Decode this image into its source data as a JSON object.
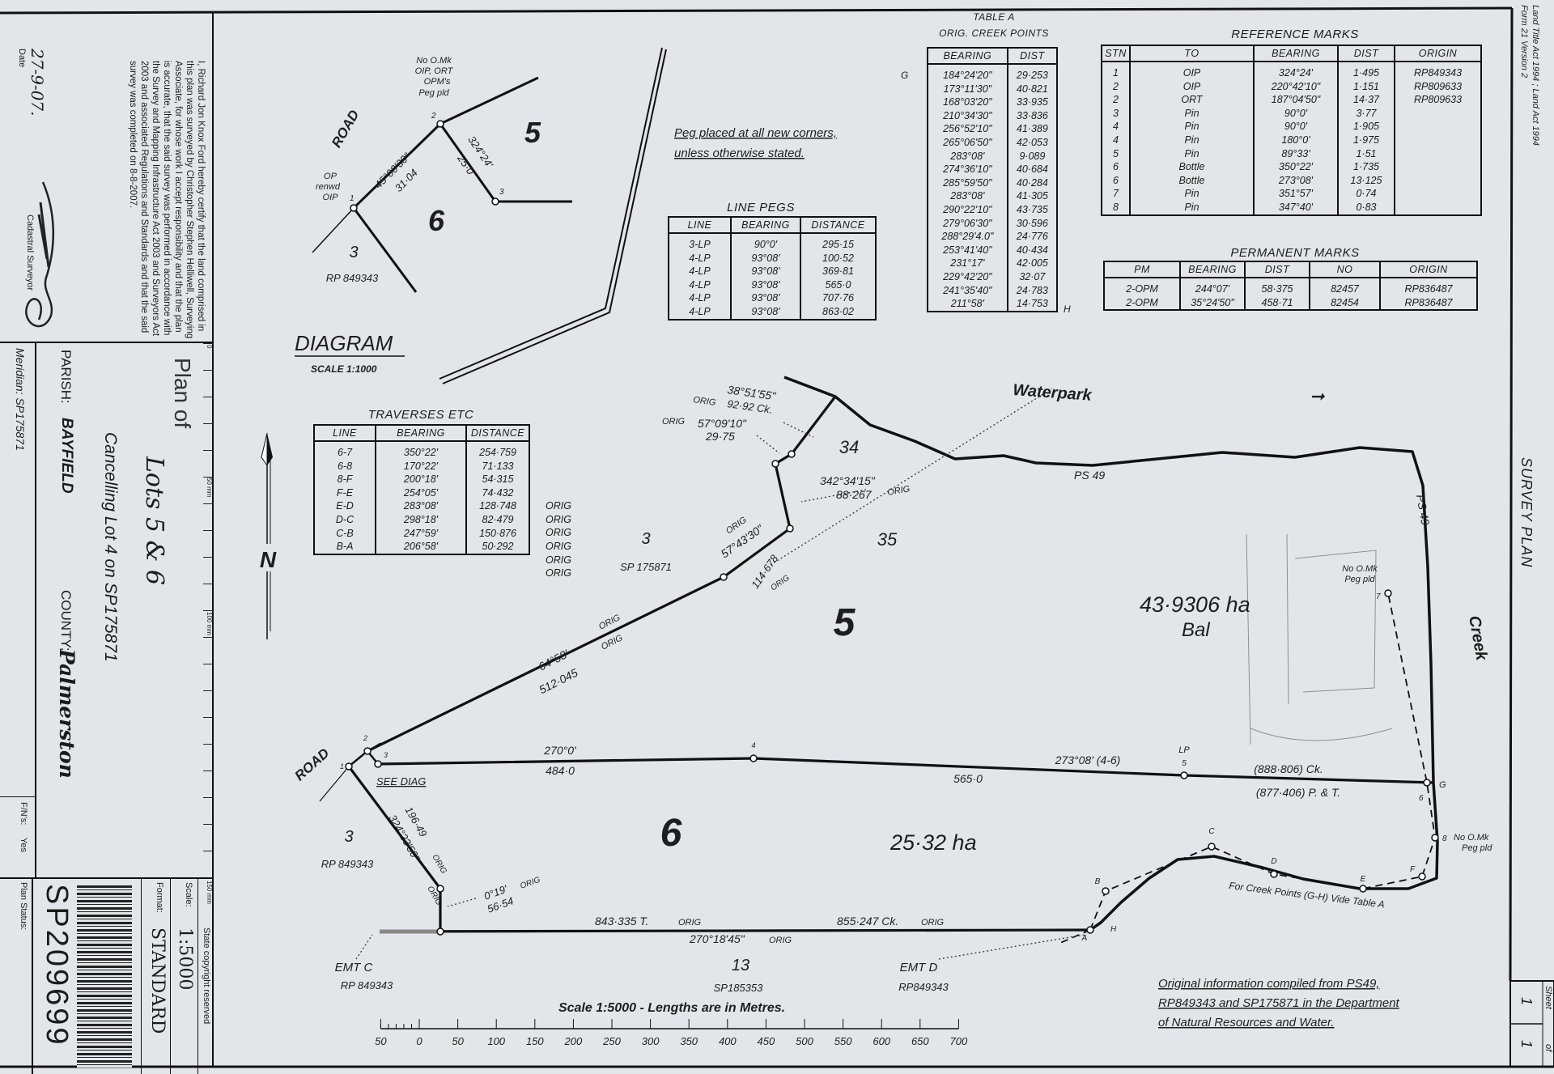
{
  "header": {
    "acts": "Land Title Act 1994 ; Land Act 1994",
    "form": "Form 21 Version 2",
    "plan_type": "SURVEY PLAN"
  },
  "certification": {
    "text": "I, Richard Jon Knox Ford hereby certify that the land comprised in this plan was surveyed by Christopher Stephen Helliwell, Surveying Associate, for whose work I accept responsibility and that the plan is accurate, that the said survey was performed in accordance with the Survey and Mapping Infrastructure Act 2003 and Surveyors Act 2003 and associated Regulations and Standards and that the said survey was completed on 8-8-2007.",
    "date_value": "27-9-07.",
    "date_label": "Date",
    "signer_label": "Cadastral Surveyor"
  },
  "title_block": {
    "plan_of": "Plan of",
    "lots": "Lots 5 & 6",
    "cancelling": "Cancelling Lot 4 on SP175871",
    "parish_label": "PARISH:",
    "parish": "BAYFIELD",
    "county_label": "COUNTY:",
    "county": "Palmerston",
    "meridian": "Meridian: SP175871",
    "fns_label": "F/N's:",
    "fns": "Yes",
    "ruler": [
      "0",
      "50 mm",
      "100 mm",
      "150 mm"
    ],
    "copyright": "State copyright reserved",
    "scale_label": "Scale:",
    "scale": "1:5000",
    "format_label": "Format:",
    "format": "STANDARD",
    "plan_number": "SP209699",
    "plan_status_label": "Plan Status:"
  },
  "sheet": {
    "label": "Sheet",
    "of_label": "of",
    "number": "1",
    "total": "1"
  },
  "table_a": {
    "title": "TABLE A",
    "subtitle": "ORIG. CREEK POINTS",
    "start": "G",
    "end": "H",
    "headers": [
      "BEARING",
      "DIST"
    ],
    "rows": [
      [
        "184°24'20\"",
        "29·253"
      ],
      [
        "173°11'30\"",
        "40·821"
      ],
      [
        "168°03'20\"",
        "33·935"
      ],
      [
        "210°34'30\"",
        "33·836"
      ],
      [
        "256°52'10\"",
        "41·389"
      ],
      [
        "265°06'50\"",
        "42·053"
      ],
      [
        "283°08'",
        "9·089"
      ],
      [
        "274°36'10\"",
        "40·684"
      ],
      [
        "285°59'50\"",
        "40·284"
      ],
      [
        "283°08'",
        "41·305"
      ],
      [
        "290°22'10\"",
        "43·735"
      ],
      [
        "279°06'30\"",
        "30·596"
      ],
      [
        "288°29'4.0\"",
        "24·776"
      ],
      [
        "253°41'40\"",
        "40·434"
      ],
      [
        "231°17'",
        "42·005"
      ],
      [
        "229°42'20\"",
        "32·07"
      ],
      [
        "241°35'40\"",
        "24·783"
      ],
      [
        "211°58'",
        "14·753"
      ]
    ]
  },
  "reference_marks": {
    "title": "REFERENCE MARKS",
    "headers": [
      "STN",
      "TO",
      "BEARING",
      "DIST",
      "ORIGIN"
    ],
    "rows": [
      [
        "1",
        "OIP",
        "324°24'",
        "1·495",
        "RP849343"
      ],
      [
        "2",
        "OIP",
        "220°42'10\"",
        "1·151",
        "RP809633"
      ],
      [
        "2",
        "ORT",
        "187°04'50\"",
        "14·37",
        "RP809633"
      ],
      [
        "3",
        "Pin",
        "90°0'",
        "3·77",
        ""
      ],
      [
        "4",
        "Pin",
        "90°0'",
        "1·905",
        ""
      ],
      [
        "4",
        "Pin",
        "180°0'",
        "1·975",
        ""
      ],
      [
        "5",
        "Pin",
        "89°33'",
        "1·51",
        ""
      ],
      [
        "6",
        "Bottle",
        "350°22'",
        "1·735",
        ""
      ],
      [
        "6",
        "Bottle",
        "273°08'",
        "13·125",
        ""
      ],
      [
        "7",
        "Pin",
        "351°57'",
        "0·74",
        ""
      ],
      [
        "8",
        "Pin",
        "347°40'",
        "0·83",
        ""
      ]
    ]
  },
  "permanent_marks": {
    "title": "PERMANENT MARKS",
    "headers": [
      "PM",
      "BEARING",
      "DIST",
      "NO",
      "ORIGIN"
    ],
    "rows": [
      [
        "2-OPM",
        "244°07'",
        "58·375",
        "82457",
        "RP836487"
      ],
      [
        "2-OPM",
        "35°24'50\"",
        "458·71",
        "82454",
        "RP836487"
      ]
    ]
  },
  "line_pegs": {
    "title": "LINE PEGS",
    "headers": [
      "LINE",
      "BEARING",
      "DISTANCE"
    ],
    "rows": [
      [
        "3-LP",
        "90°0'",
        "295·15"
      ],
      [
        "4-LP",
        "93°08'",
        "100·52"
      ],
      [
        "4-LP",
        "93°08'",
        "369·81"
      ],
      [
        "4-LP",
        "93°08'",
        "565·0"
      ],
      [
        "4-LP",
        "93°08'",
        "707·76"
      ],
      [
        "4-LP",
        "93°08'",
        "863·02"
      ]
    ]
  },
  "traverses": {
    "title": "TRAVERSES ETC",
    "headers": [
      "LINE",
      "BEARING",
      "DISTANCE"
    ],
    "rows": [
      [
        "6-7",
        "350°22'",
        "254·759",
        ""
      ],
      [
        "6-8",
        "170°22'",
        "71·133",
        ""
      ],
      [
        "8-F",
        "200°18'",
        "54·315",
        "ORIG"
      ],
      [
        "F-E",
        "254°05'",
        "74·432",
        "ORIG"
      ],
      [
        "E-D",
        "283°08'",
        "128·748",
        "ORIG"
      ],
      [
        "D-C",
        "298°18'",
        "82·479",
        "ORIG"
      ],
      [
        "C-B",
        "247°59'",
        "150·876",
        "ORIG"
      ],
      [
        "B-A",
        "206°58'",
        "50·292",
        "ORIG"
      ]
    ]
  },
  "notes": {
    "peg_line1": "Peg placed at all new corners,",
    "peg_line2": "unless otherwise stated.",
    "original_info": [
      "Original information compiled from PS49,",
      "RP849343 and SP175871 in the Department",
      "of Natural Resources and Water."
    ],
    "creek_points": "For Creek Points (G-H) Vide Table A"
  },
  "diagram": {
    "title": "DIAGRAM",
    "scale": "SCALE 1:1000",
    "road": "ROAD",
    "mark2": [
      "No O.Mk",
      "OIP, ORT",
      "OPM's",
      "Peg pld"
    ],
    "mark1": [
      "OP",
      "renwd",
      "OIP"
    ],
    "stations": [
      "1",
      "2",
      "3"
    ],
    "line12_bearing": "45°00'30\"",
    "line12_dist": "31·04",
    "line23_bearing": "324°24'",
    "line23_dist": "25·0",
    "lot5": "5",
    "lot6": "6",
    "lot3": "3",
    "lot3_plan": "RP 849343"
  },
  "plan": {
    "waterpark": "Waterpark",
    "creek": "Creek",
    "ps49": "PS 49",
    "road": "ROAD",
    "see_diag": "SEE DIAG",
    "lot5": "5",
    "lot6": "6",
    "lot5_area": "43·9306 ha",
    "lot5_bal": "Bal",
    "lot6_area": "25·32 ha",
    "adj_34": "34",
    "adj_35": "35",
    "adj_3": "3",
    "adj_3_plan": "SP 175871",
    "adj_3b": "3",
    "adj_3b_plan": "RP 849343",
    "adj_13": "13",
    "adj_13_plan": "SP185353",
    "emt_c": "EMT C",
    "emt_c_plan": "RP 849343",
    "emt_d": "EMT D",
    "emt_d_plan": "RP849343",
    "stations": {
      "s1": "1",
      "s2": "2",
      "s3": "3",
      "s4": "4",
      "s5": "5",
      "s6": "6",
      "s7": "7",
      "s8": "8",
      "lp": "LP"
    },
    "creek_pts": {
      "A": "A",
      "B": "B",
      "C": "C",
      "D": "D",
      "E": "E",
      "F": "F",
      "G": "G",
      "H": "H"
    },
    "mark7": [
      "No O.Mk",
      "Peg pld"
    ],
    "mark8": [
      "No O.Mk",
      "Peg pld"
    ],
    "l34_bearing": "270°0'",
    "l34_dist": "484·0",
    "l46_bearing": "273°08' (4-6)",
    "l46_dist": "565·0",
    "l56_ck": "(888·806) Ck.",
    "l56_pt": "(877·406) P. & T.",
    "road_bearing": "64°58'",
    "road_dist": "512·045",
    "orig": "ORIG",
    "seg1": "57°43'30\"",
    "seg1_dist": "114·678",
    "seg2": "342°34'15\"",
    "seg2_dist": "88·267",
    "seg3": "57°09'10\"",
    "seg3_dist": "29·75",
    "seg4": "38°51'55\"",
    "seg4_dist": "92·92 Ck.",
    "west_dist": "196·49",
    "west_bearing": "324°23'50\"",
    "sw_bearing": "0°19'",
    "sw_dist": "56·54",
    "south_t": "843·335 T.",
    "south_bearing": "270°18'45\"",
    "south_ck": "855·247 Ck.",
    "north": "N"
  },
  "scale_bar": {
    "caption": "Scale 1:5000 - Lengths are in Metres.",
    "ticks": [
      -50,
      0,
      50,
      100,
      150,
      200,
      250,
      300,
      350,
      400,
      450,
      500,
      550,
      600,
      650,
      700
    ],
    "labels": [
      "50",
      "0",
      "50",
      "100",
      "150",
      "200",
      "250",
      "300",
      "350",
      "400",
      "450",
      "500",
      "550",
      "600",
      "650",
      "700"
    ]
  },
  "colors": {
    "paper": "#e3e6e9",
    "ink": "#1b1b1b"
  }
}
